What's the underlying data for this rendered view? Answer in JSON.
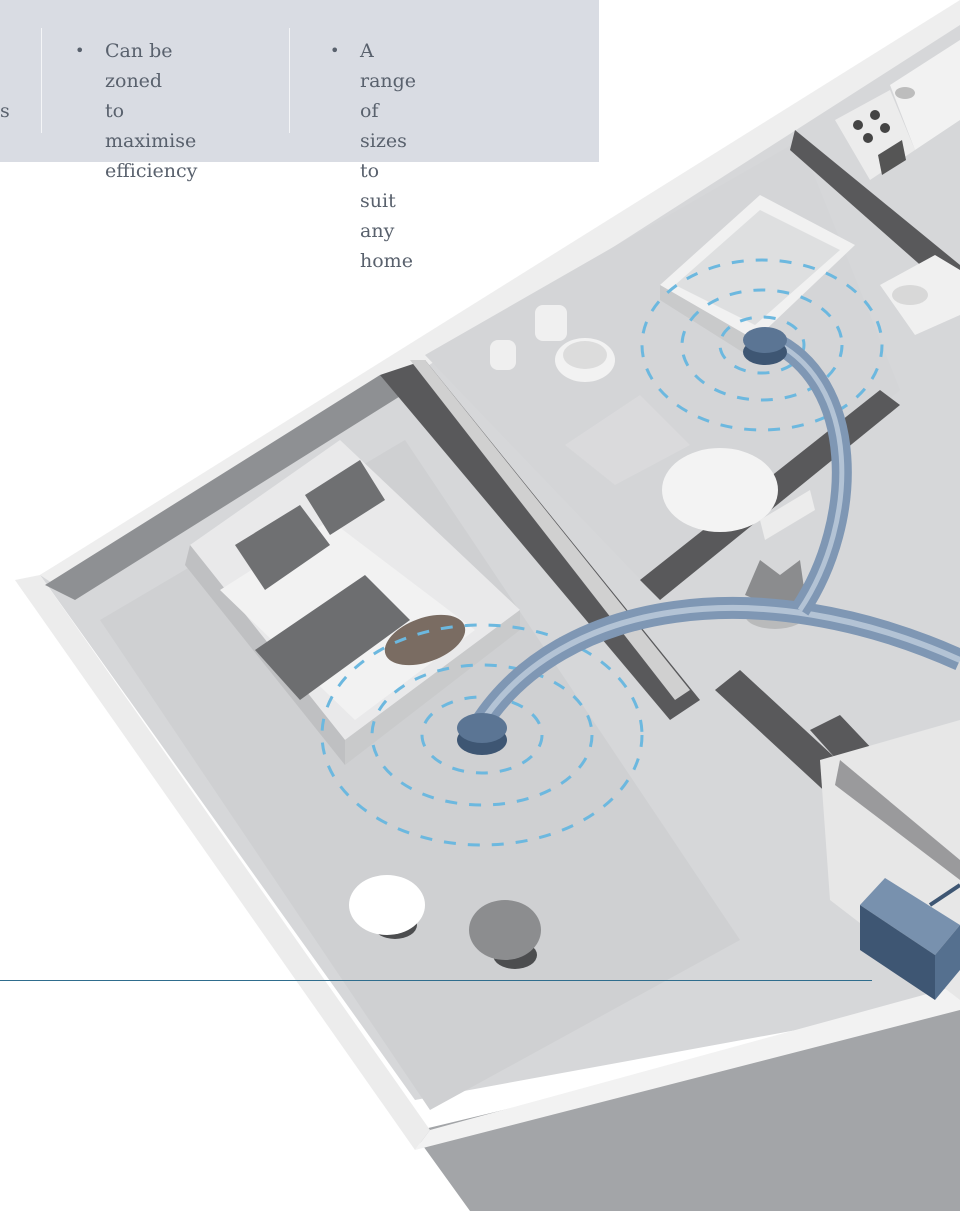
{
  "features": [
    {
      "bullet": "",
      "text": "s"
    },
    {
      "bullet": "•",
      "text": "Can be zoned\nto maximise\nefficiency"
    },
    {
      "bullet": "•",
      "text": "A range of sizes\nto suit any\nhome"
    }
  ],
  "colors": {
    "panel": "#d9dce3",
    "text": "#59616d",
    "duct": "#7f97b4",
    "vent": "#5b7594",
    "airflow": "#6cb8df",
    "rule": "#2f6d8d"
  }
}
